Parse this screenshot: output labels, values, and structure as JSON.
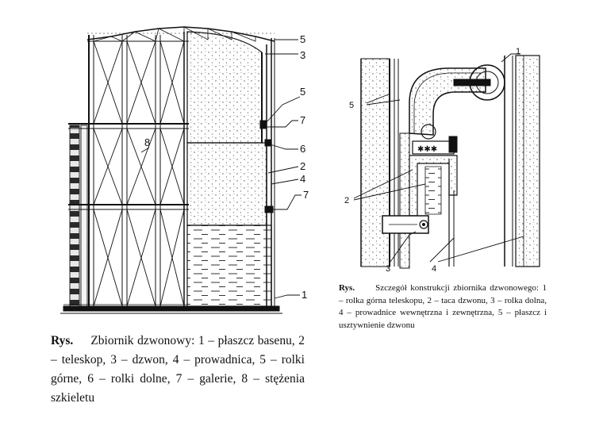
{
  "left_figure": {
    "callouts": [
      "5",
      "3",
      "5",
      "7",
      "6",
      "2",
      "4",
      "7",
      "1",
      "8"
    ],
    "caption": {
      "lead": "Rys.",
      "text": "Zbiornik dzwonowy: 1 – płaszcz basenu, 2 – teleskop, 3 – dzwon, 4 – prowadnica, 5 – rolki górne, 6 – rolki dolne, 7 – galerie, 8 – stężenia szkieletu"
    }
  },
  "right_figure": {
    "callouts": [
      "1",
      "5",
      "2",
      "3",
      "4"
    ],
    "caption": {
      "lead": "Rys.",
      "text": "Szczegół konstrukcji zbiornika dzwonowego: 1 – rolka górna teleskopu, 2 – taca dzwonu, 3 – rolka dolna, 4 – prowadnice wewnętrzna i zewnętrzna, 5 – płaszcz i usztywnienie dzwonu"
    }
  },
  "colors": {
    "ink": "#111111",
    "stipple": "#555555",
    "paper": "#ffffff"
  }
}
